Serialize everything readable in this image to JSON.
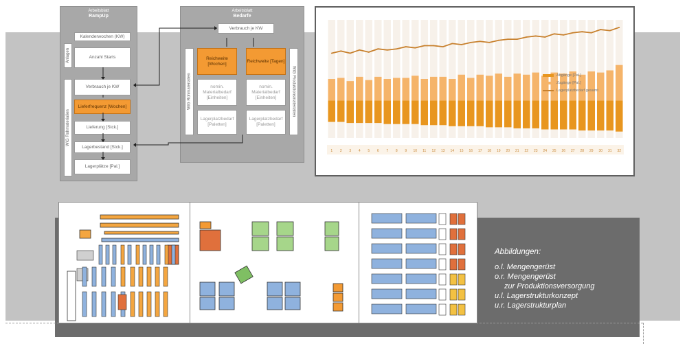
{
  "panel_rampup": {
    "header_small": "Arbeitsblatt",
    "header_title": "RampUp",
    "kw_box": "Kalenderwochen (KW)",
    "anlagen_label": "Anlagen",
    "starts_box": "Anzahl Starts",
    "verbrauch_box": "Verbrauch je KW",
    "lieferfrequenz_box": "Lieferfrequenz [Wochen]",
    "lieferung_box": "Lieferung [Stck.]",
    "lagerbestand_box": "Lagerbestand [Stck.]",
    "lagerplaetze_box": "Lagerplätze [Pal.]",
    "side_label": "WiG Rohmaterialien"
  },
  "panel_bedarfe": {
    "header_small": "Arbeitsblatt",
    "header_title": "Bedarfe",
    "verbrauch_box": "Verbrauch je KW",
    "reichweite_wochen": "Reichweite [Wochen]",
    "reichweite_tagen": "Reichweite [Tagen]",
    "material_a": "nomin. Materialbedarf [Einheiten]",
    "material_b": "nomin. Materialbedarf [Einheiten]",
    "lager_a": "Lagerplatzbedarf [Paletten]",
    "lager_b": "Lagerplatzbedarf [Paletten]",
    "left_label": "WiG Rohmaterialien",
    "right_label": "WiG Produktionsmaterialien"
  },
  "chart_data": {
    "type": "bar",
    "categories": [
      "1",
      "2",
      "3",
      "4",
      "5",
      "6",
      "7",
      "8",
      "9",
      "10",
      "11",
      "12",
      "13",
      "14",
      "15",
      "16",
      "17",
      "18",
      "19",
      "20",
      "21",
      "22",
      "23",
      "24",
      "25",
      "26",
      "27",
      "28",
      "29",
      "30",
      "31",
      "32"
    ],
    "series": [
      {
        "name": "Abgänge [Pal.]",
        "color": "#e8961f",
        "values": [
          -20,
          -20,
          -21,
          -21,
          -21,
          -21,
          -22,
          -22,
          -22,
          -22,
          -23,
          -23,
          -23,
          -24,
          -24,
          -24,
          -24,
          -25,
          -25,
          -25,
          -26,
          -26,
          -26,
          -27,
          -27,
          -27,
          -27,
          -28,
          -28,
          -28,
          -28,
          -29
        ]
      },
      {
        "name": "Zugänge [Pal.]",
        "color": "#f5b46a",
        "values": [
          20,
          21,
          18,
          22,
          19,
          22,
          20,
          21,
          21,
          23,
          20,
          22,
          22,
          20,
          24,
          21,
          24,
          23,
          25,
          22,
          25,
          24,
          26,
          23,
          26,
          25,
          27,
          24,
          27,
          26,
          28,
          33
        ]
      },
      {
        "name": "Lagerplatzbedarf gesamt",
        "color": "#c8812e",
        "values": [
          44,
          46,
          44,
          47,
          45,
          48,
          47,
          48,
          50,
          49,
          51,
          51,
          50,
          53,
          52,
          54,
          55,
          54,
          56,
          57,
          57,
          59,
          60,
          59,
          62,
          61,
          63,
          64,
          63,
          66,
          65,
          68
        ]
      }
    ],
    "ylim": [
      -35,
      75
    ]
  },
  "captions": {
    "title": "Abbildungen:",
    "line1": "o.l. Mengengerüst",
    "line2a": "o.r. Mengengerüst",
    "line2b": "zur Produktionsversorgung",
    "line3": "u.l. Lagerstrukturkonzept",
    "line4": "u.r. Lagerstrukturplan"
  },
  "colors": {
    "orange": "#f39a33",
    "blue": "#8fb2de",
    "green": "#a6d68a",
    "rust": "#e0703c",
    "yellow": "#f3c143",
    "panel_grey": "#a8a8a8"
  }
}
